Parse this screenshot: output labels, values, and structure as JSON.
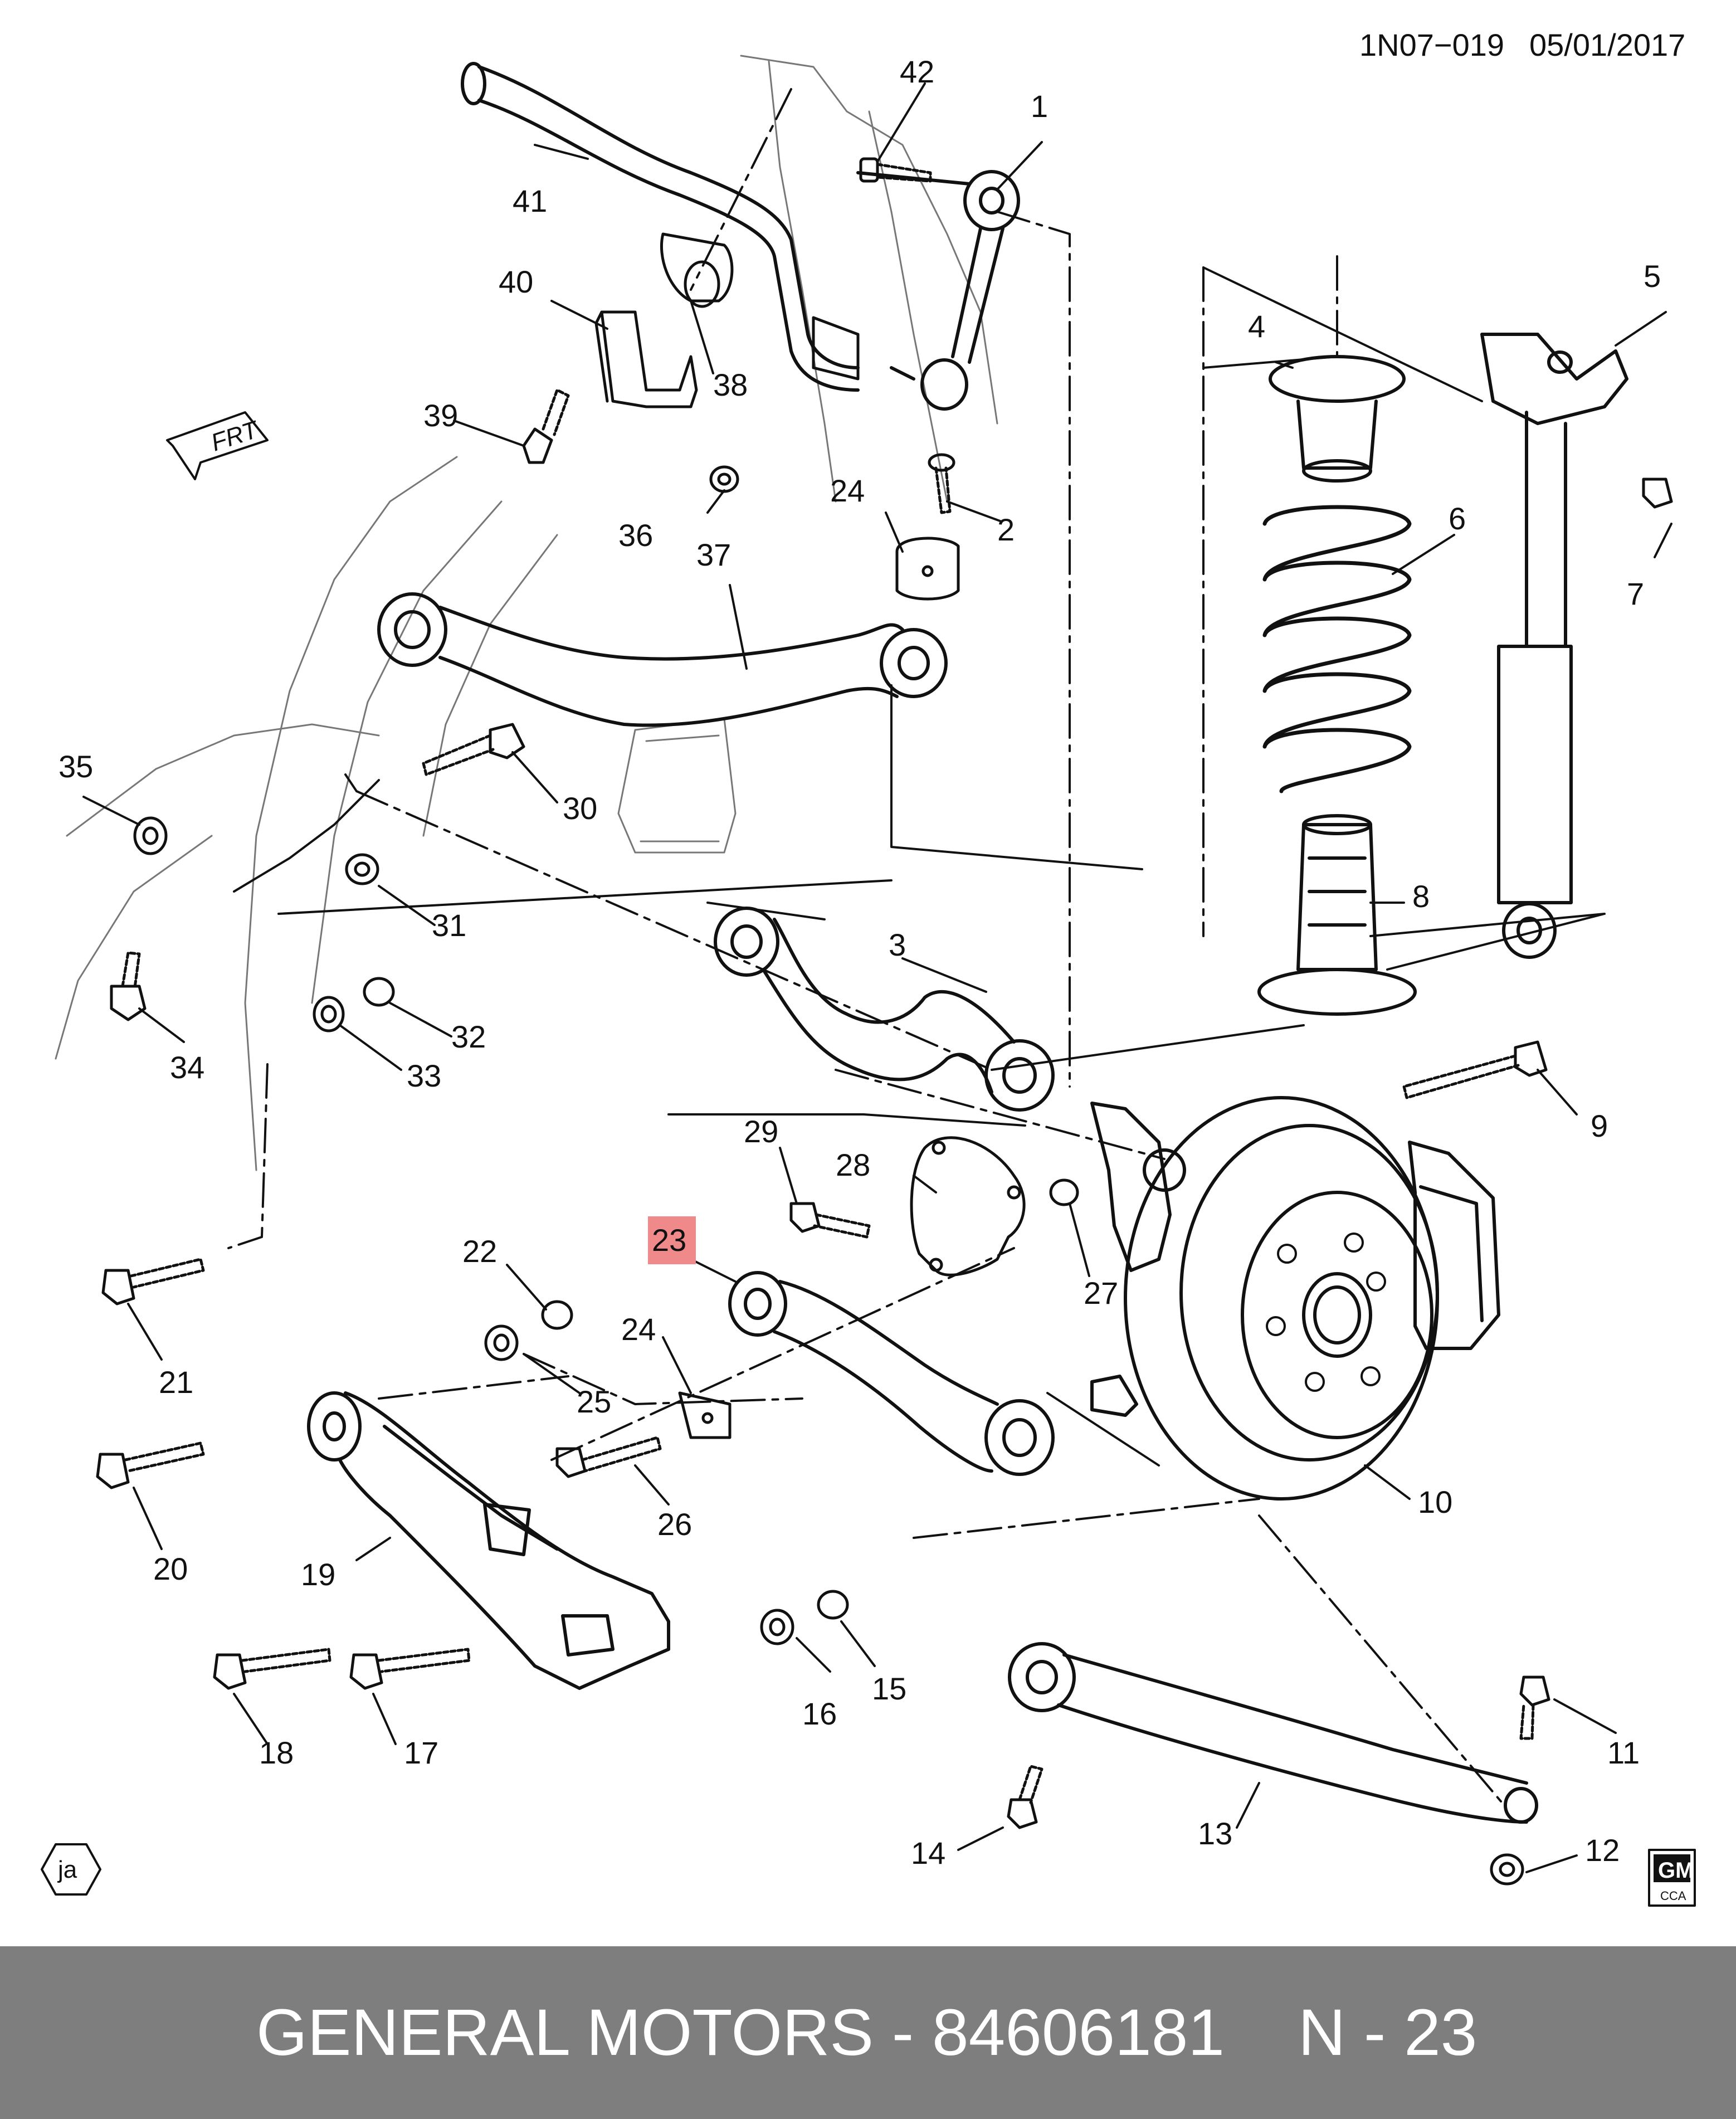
{
  "header": {
    "code": "1N07−019",
    "date": "05/01/2017"
  },
  "direction_marker": "FRT",
  "illustrator_initials": "ja",
  "logo": {
    "line1": "GM",
    "line2": "CCA"
  },
  "highlighted_callout": "23",
  "callouts": [
    "1",
    "2",
    "3",
    "4",
    "5",
    "6",
    "7",
    "8",
    "9",
    "10",
    "11",
    "12",
    "13",
    "14",
    "15",
    "16",
    "17",
    "18",
    "19",
    "20",
    "21",
    "22",
    "23",
    "24",
    "25",
    "26",
    "27",
    "28",
    "29",
    "30",
    "31",
    "32",
    "33",
    "34",
    "35",
    "36",
    "37",
    "38",
    "39",
    "40",
    "41",
    "42"
  ],
  "footer": {
    "brand_part": "GENERAL MOTORS - 84606181",
    "page": "N - 23"
  },
  "colors": {
    "line": "#111111",
    "highlight": "#f08a8a",
    "footer_bg": "#7e7e7e",
    "footer_text": "#ffffff"
  }
}
